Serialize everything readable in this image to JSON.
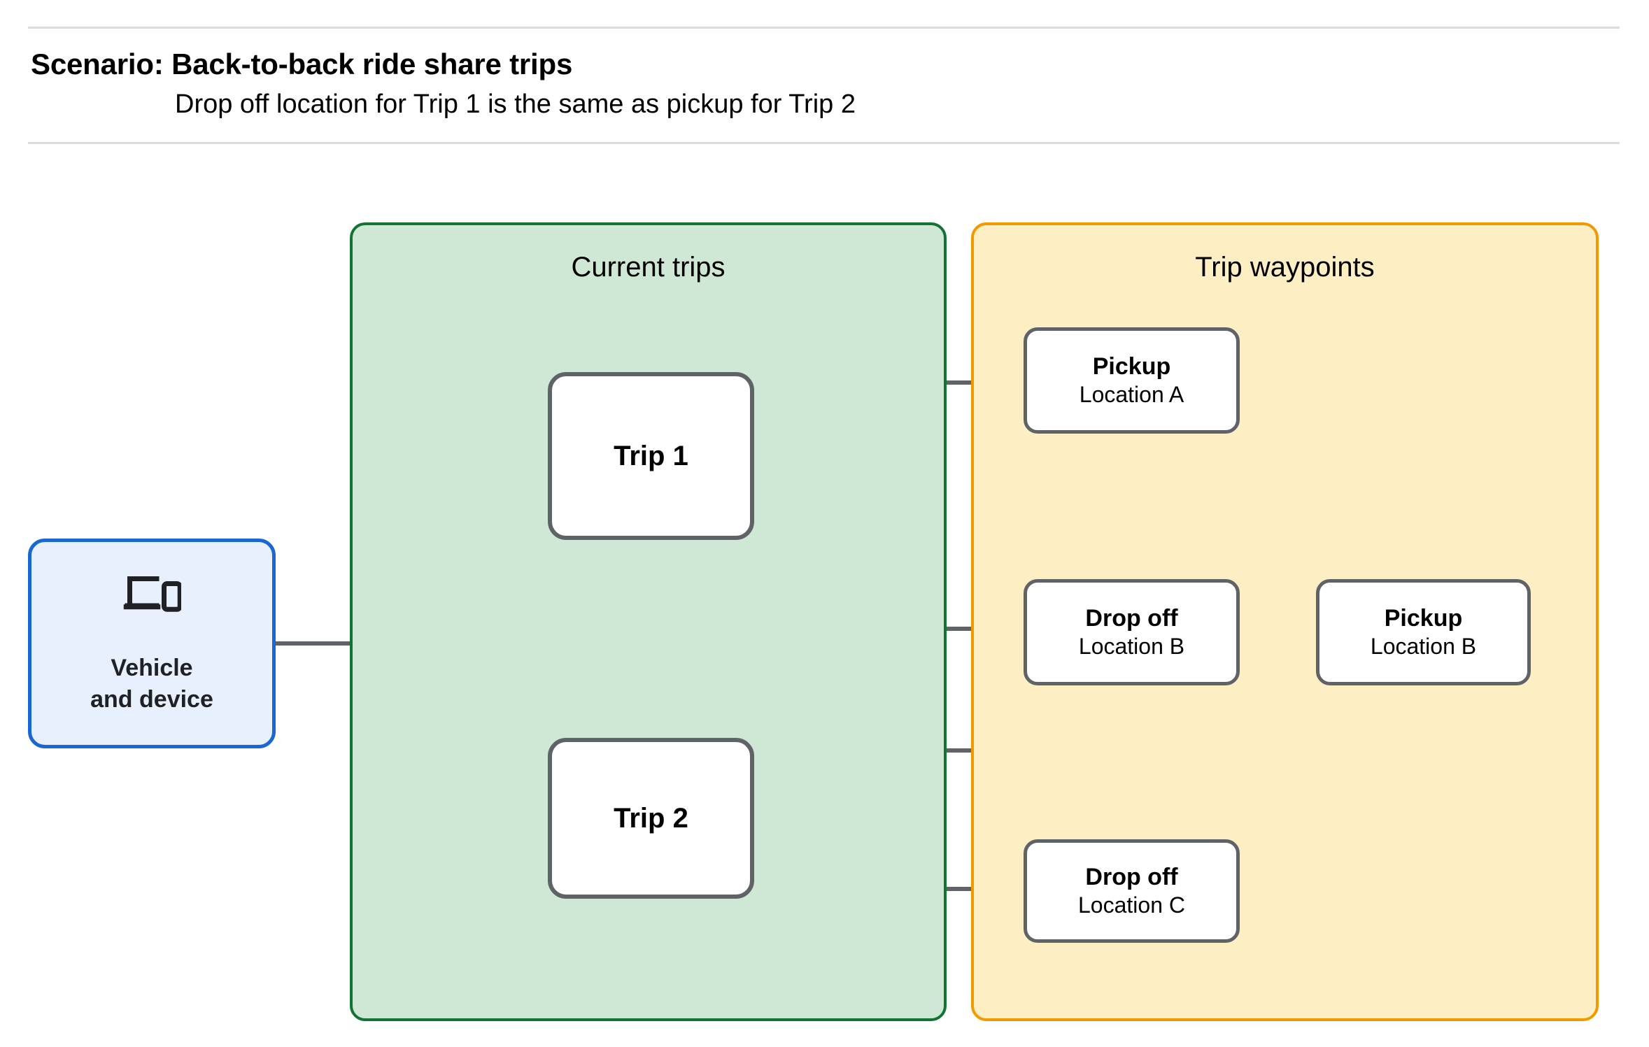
{
  "header": {
    "title": "Scenario: Back-to-back ride share trips",
    "subtitle": "Drop off  location for Trip 1 is the same as pickup for Trip 2"
  },
  "colors": {
    "current_trips_fill": "#cee8d5",
    "current_trips_border": "#137333",
    "trip_waypoints_fill": "#fdefc3",
    "trip_waypoints_border": "#f29900",
    "vehicle_fill": "#e8f0fe",
    "vehicle_border": "#1967d2",
    "node_border": "#5f6368",
    "connector": "#5f6368",
    "rule": "#dadce0"
  },
  "vehicle": {
    "icon": "devices-icon",
    "label_line1": "Vehicle",
    "label_line2": "and device"
  },
  "groups": {
    "current_trips": {
      "title": "Current trips"
    },
    "trip_waypoints": {
      "title": "Trip waypoints"
    }
  },
  "trips": [
    {
      "label": "Trip 1"
    },
    {
      "label": "Trip 2"
    }
  ],
  "waypoints": [
    {
      "kind": "Pickup",
      "location": "Location A"
    },
    {
      "kind": "Drop off",
      "location": "Location B"
    },
    {
      "kind": "Pickup",
      "location": "Location B"
    },
    {
      "kind": "Drop off",
      "location": "Location C"
    }
  ]
}
